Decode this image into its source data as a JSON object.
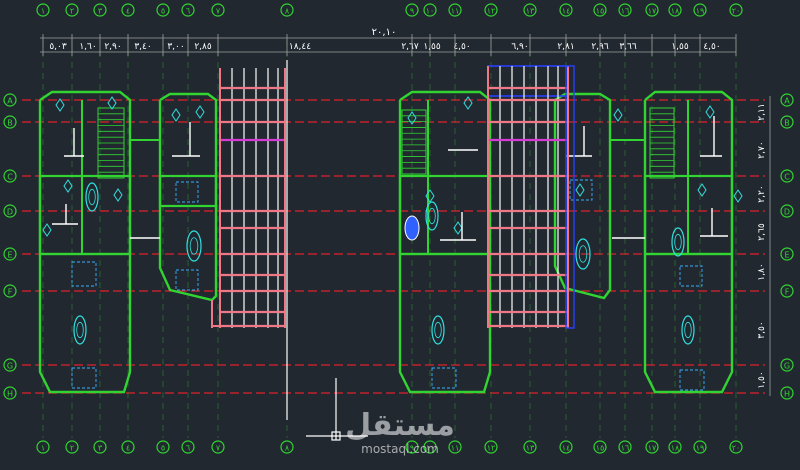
{
  "viewport": {
    "background": "#212830",
    "colors": {
      "grid": "#e0202a",
      "walls": "#32d432",
      "beams": "#f07886",
      "magenta": "#d43cd4",
      "blue": "#2840ff",
      "cyan": "#30e0e0",
      "white": "#ffffff",
      "dim": "#a0a0a0"
    }
  },
  "top_dimensions": {
    "overall_label": "٢٠,١٠",
    "segment_labels": [
      "٥,٠٣",
      "١,٦٠",
      "٢,٩٠",
      "٣,٤٠",
      "٣,٠٠",
      "٢,٨٥",
      "١٨,٤٤",
      "٢,٦٧",
      "١,٥٥",
      "٤,٥٠",
      "٦,٩٠",
      "٢,٨١",
      "٢,٩٦",
      "٣,٦٦",
      "١,٥٥",
      "٤,٥٠"
    ]
  },
  "right_dimensions": {
    "labels": [
      "٢,١١",
      "٢,٧٠",
      "٢,٢٠",
      "٢,٦٥",
      "١,٨٠",
      "٣,٥٠",
      "١,٥٠"
    ]
  },
  "column_bubbles_top": [
    "١",
    "٢",
    "٣",
    "٤",
    "٥",
    "٦",
    "٧",
    "٨",
    "٩",
    "١٠",
    "١١",
    "١٢",
    "١٣",
    "١٤",
    "١٥",
    "١٦",
    "١٧",
    "١٨",
    "١٩",
    "٢٠"
  ],
  "column_bubbles_bottom": [
    "١",
    "٢",
    "٣",
    "٤",
    "٥",
    "٦",
    "٧",
    "٨",
    "٩",
    "١٠",
    "١١",
    "١٢",
    "١٣",
    "١٤",
    "١٥",
    "١٦",
    "١٧",
    "١٨",
    "١٩",
    "٢٠"
  ],
  "row_bubbles": [
    "A",
    "B",
    "C",
    "D",
    "E",
    "F",
    "G",
    "H"
  ],
  "watermark": {
    "logo_text": "مستقل",
    "url": "mostaql.com"
  },
  "cursor_icon": "crosshair-cursor-icon",
  "ucs_icon": "ucs-axis-icon"
}
